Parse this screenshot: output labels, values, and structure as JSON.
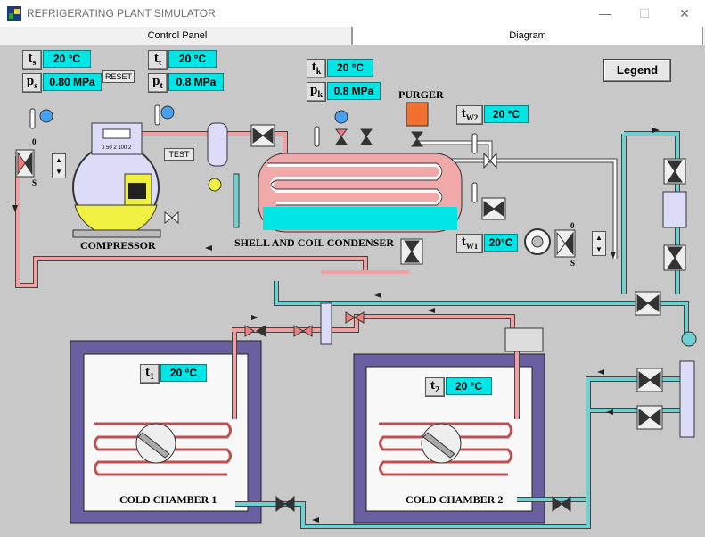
{
  "window": {
    "title": "REFRIGERATING PLANT SIMULATOR",
    "minimize": "—",
    "maximize": "☐",
    "close": "✕"
  },
  "tabs": [
    {
      "label": "Control Panel"
    },
    {
      "label": "Diagram"
    }
  ],
  "legend_label": "Legend",
  "readouts": {
    "ts": {
      "symbol": "t",
      "sub": "s",
      "value": "20 °C"
    },
    "ps": {
      "symbol": "p",
      "sub": "s",
      "value": "0.80 MPa"
    },
    "tt": {
      "symbol": "t",
      "sub": "t",
      "value": "20 °C"
    },
    "pt": {
      "symbol": "p",
      "sub": "t",
      "value": "0.8 MPa"
    },
    "tk": {
      "symbol": "t",
      "sub": "k",
      "value": "20 °C"
    },
    "pk": {
      "symbol": "p",
      "sub": "k",
      "value": "0.8 MPa"
    },
    "tw2": {
      "symbol": "t",
      "sub": "W2",
      "value": "20 °C"
    },
    "tw1": {
      "symbol": "t",
      "sub": "W1",
      "value": "20°C"
    },
    "t1": {
      "symbol": "t",
      "sub": "1",
      "value": "20 °C"
    },
    "t2": {
      "symbol": "t",
      "sub": "2",
      "value": "20 °C"
    }
  },
  "buttons": {
    "reset": "RESET",
    "test": "TEST"
  },
  "captions": {
    "compressor": "COMPRESSOR",
    "condenser": "SHELL AND COIL CONDENSER",
    "purger": "PURGER",
    "cold1": "COLD CHAMBER 1",
    "cold2": "COLD CHAMBER 2"
  },
  "switch_labels": {
    "zero": "0",
    "s": "S"
  },
  "gauge_scale": "0  50 2 100 2",
  "colors": {
    "refrigerant": "#f0a0a0",
    "water": "#70d0d0",
    "cyan": "#00e5e5",
    "chamber": "#6a5fa0",
    "purger": "#f07030"
  }
}
